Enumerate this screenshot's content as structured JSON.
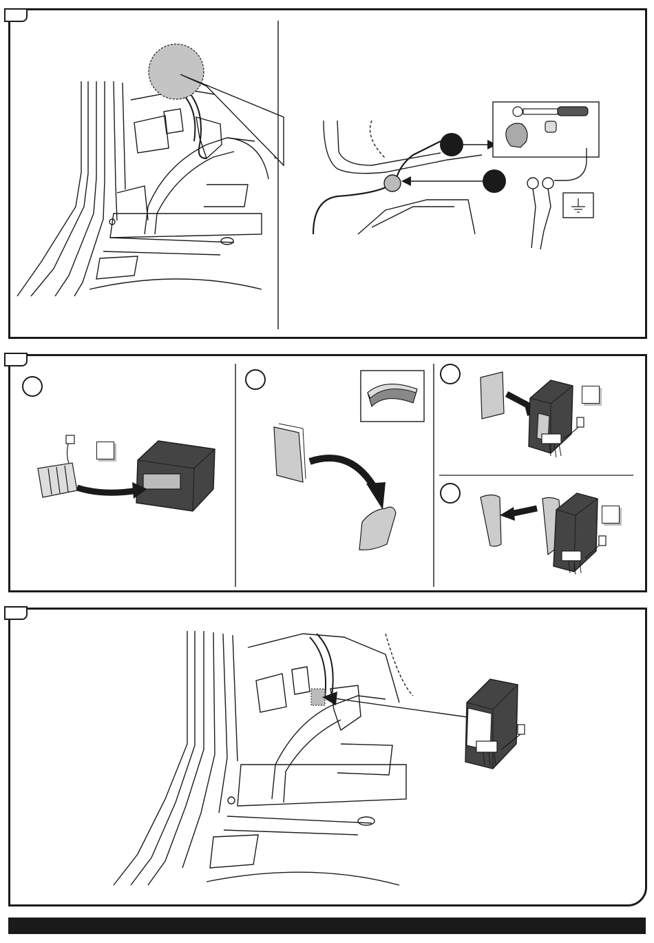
{
  "document": {
    "panels": [
      {
        "id": "panel-1",
        "step_tab": ""
      },
      {
        "id": "panel-2",
        "step_tab": ""
      },
      {
        "id": "panel-3",
        "step_tab": ""
      }
    ],
    "icons": [
      "wrench-icon",
      "nut-icon",
      "ring-terminal-icon",
      "ground-symbol-icon",
      "module-box-icon",
      "adhesive-pad-icon",
      "curved-arrow-icon"
    ],
    "colors": {
      "line": "#1a1a1a",
      "grey_fill": "#c8c8c8",
      "dark_module": "#3a3a3a",
      "footer": "#1a1a1a"
    }
  }
}
